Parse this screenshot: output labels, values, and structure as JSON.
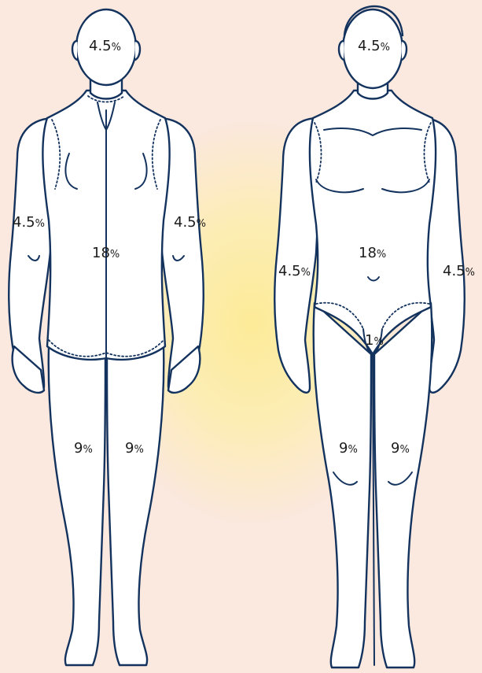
{
  "labels": {
    "back_head": {
      "value": "4.5",
      "unit": "%"
    },
    "back_left_arm": {
      "value": "4.5",
      "unit": "%"
    },
    "back_right_arm": {
      "value": "4.5",
      "unit": "%"
    },
    "back_trunk": {
      "value": "18",
      "unit": "%"
    },
    "back_left_leg": {
      "value": "9",
      "unit": "%"
    },
    "back_right_leg": {
      "value": "9",
      "unit": "%"
    },
    "front_head": {
      "value": "4.5",
      "unit": "%"
    },
    "front_left_arm": {
      "value": "4.5",
      "unit": "%"
    },
    "front_right_arm": {
      "value": "4.5",
      "unit": "%"
    },
    "front_trunk": {
      "value": "18",
      "unit": "%"
    },
    "front_genitals": {
      "value": "1",
      "unit": "%"
    },
    "front_left_leg": {
      "value": "9",
      "unit": "%"
    },
    "front_right_leg": {
      "value": "9",
      "unit": "%"
    }
  },
  "colors": {
    "background": "#fbe8de",
    "glow": "#fdeb98",
    "outline": "#13335e",
    "body_fill": "#ffffff",
    "text": "#1c1c1c"
  }
}
